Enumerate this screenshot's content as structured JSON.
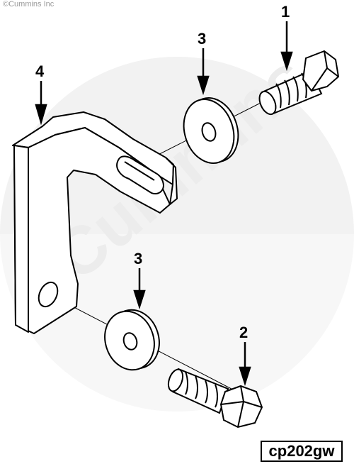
{
  "copyright": "©Cummins Inc",
  "watermark": "Cummins",
  "callouts": {
    "c1": "1",
    "c2": "2",
    "c3_top": "3",
    "c3_bottom": "3",
    "c4": "4"
  },
  "figure_id": "cp202gw",
  "colors": {
    "ink": "#000000",
    "watermark": "#eeeeee"
  }
}
